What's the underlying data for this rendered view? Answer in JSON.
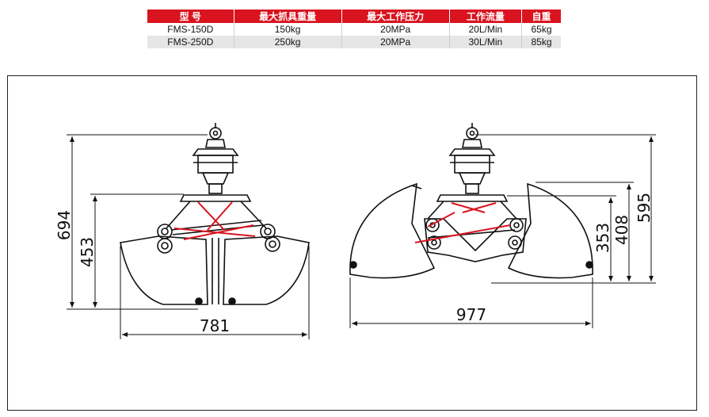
{
  "table": {
    "headers": [
      "型 号",
      "最大抓具重量",
      "最大工作压力",
      "工作流量",
      "自重"
    ],
    "rows": [
      [
        "FMS-150D",
        "150kg",
        "20MPa",
        "20L/Min",
        "65kg"
      ],
      [
        "FMS-250D",
        "250kg",
        "20MPa",
        "30L/Min",
        "85kg"
      ]
    ],
    "header_color": "#d9141f"
  },
  "drawing": {
    "left_view": {
      "height_total": "694",
      "height_lower": "453",
      "width": "781"
    },
    "right_view": {
      "height_total": "595",
      "height_mid": "408",
      "height_lower": "353",
      "width": "977"
    }
  }
}
